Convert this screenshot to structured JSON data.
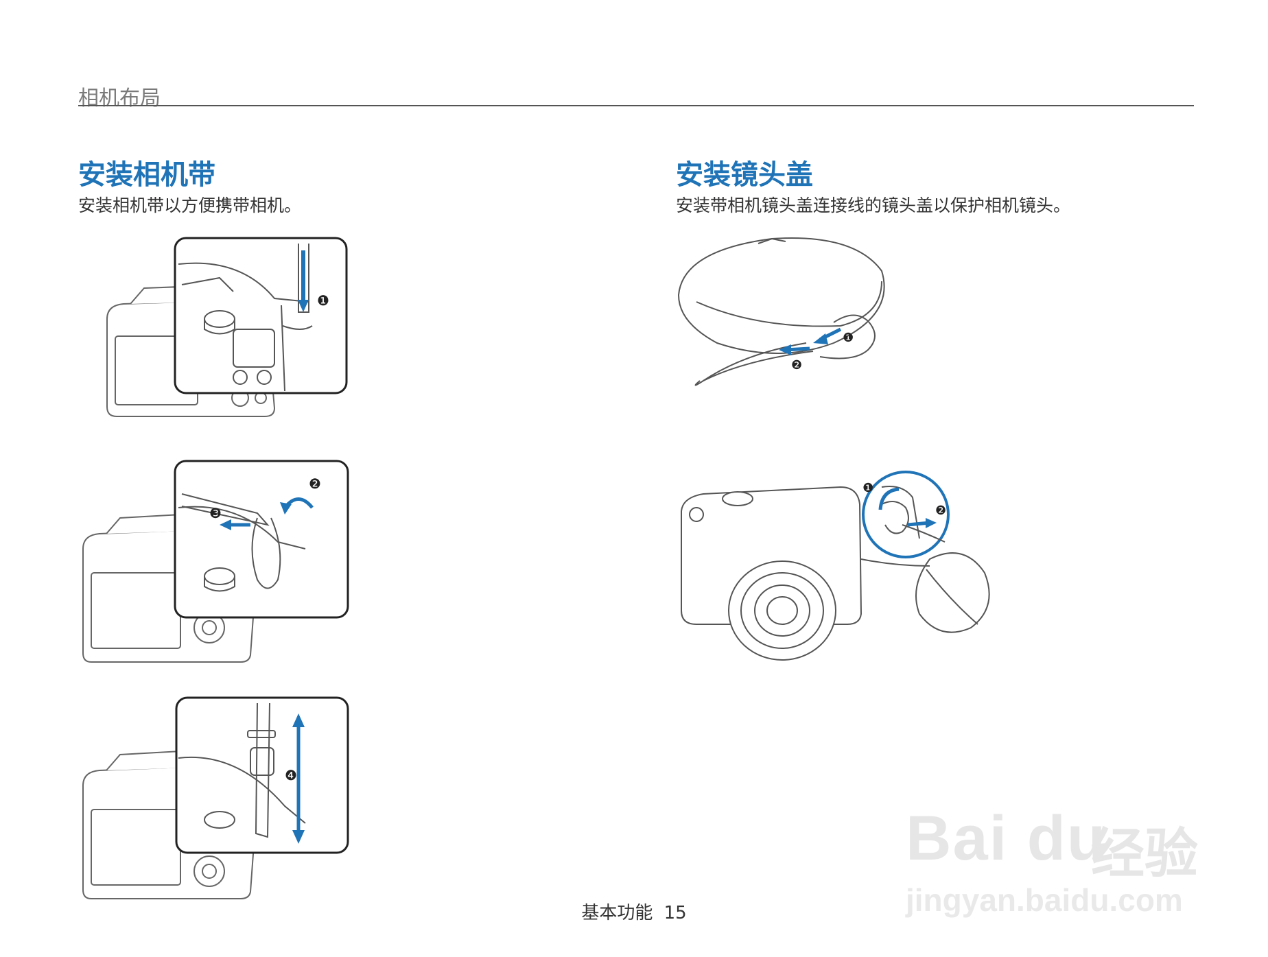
{
  "header": {
    "title": "相机布局"
  },
  "left": {
    "title": "安装相机带",
    "desc": "安装相机带以方便携带相机。",
    "steps": [
      "❶",
      "❷",
      "❸",
      "❹"
    ]
  },
  "right": {
    "title": "安装镜头盖",
    "desc": "安装带相机镜头盖连接线的镜头盖以保护相机镜头。",
    "steps": [
      "❶",
      "❷"
    ]
  },
  "footer": {
    "section": "基本功能",
    "page": "15"
  },
  "watermark": {
    "brand": "Bai du",
    "cn": "经验",
    "url": "jingyan.baidu.com"
  },
  "colors": {
    "accent": "#1f73b7",
    "line": "#555555"
  }
}
